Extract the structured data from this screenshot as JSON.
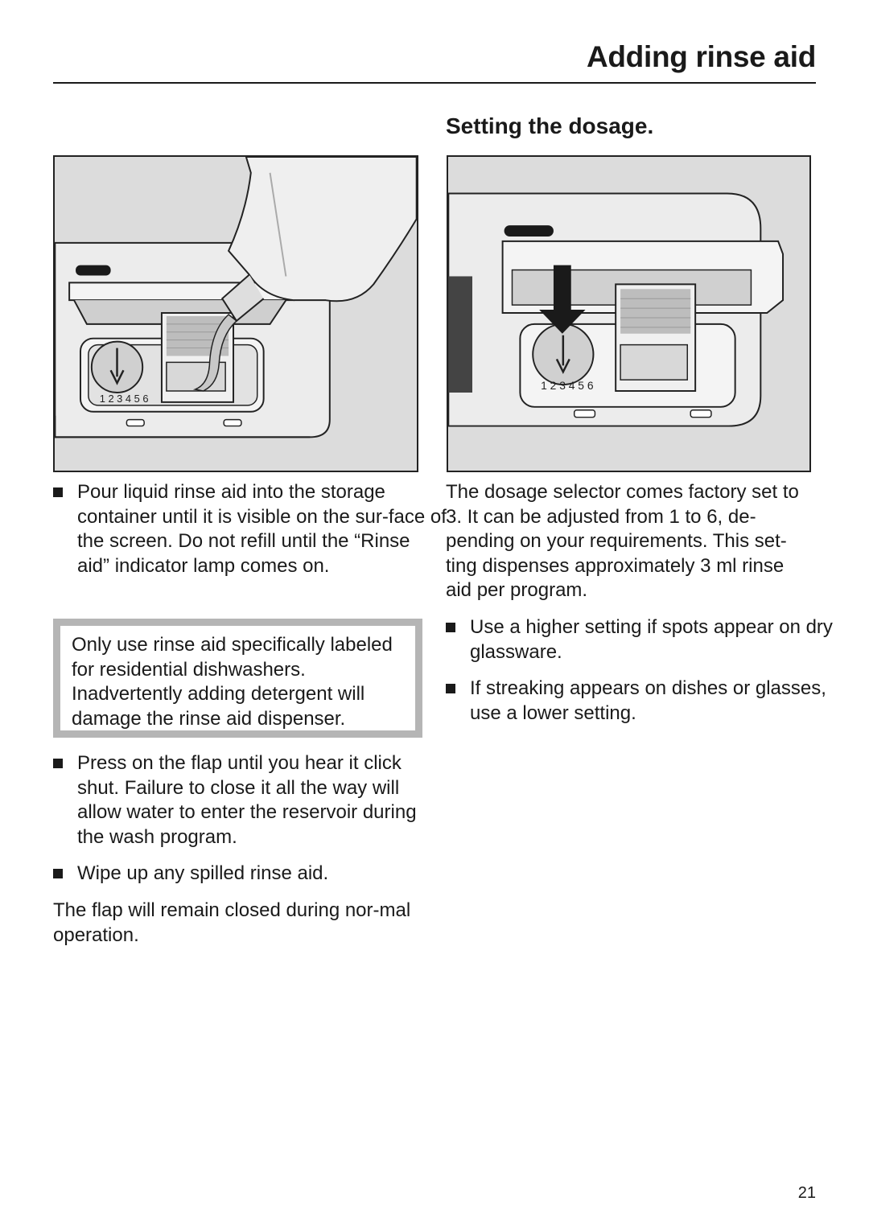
{
  "header": {
    "title": "Adding rinse aid"
  },
  "section": {
    "heading": "Setting the dosage."
  },
  "figures": {
    "left": {
      "dial_numbers": "1 2 3 4 5 6"
    },
    "right": {
      "dial_numbers": "1 2 3 4 5 6"
    }
  },
  "left_column": {
    "bullet_1": "Pour liquid rinse aid into the storage container until it is visible on the sur-face of the screen. Do not refill until the “Rinse aid” indicator lamp comes on.",
    "note": "Only use rinse aid specifically labeled for residential dishwashers. Inadvertently adding detergent will damage the rinse aid dispenser.",
    "bullet_2": "Press on the flap until you hear it click shut. Failure to close it all the way will allow water to enter the reservoir during the wash program.",
    "bullet_3": "Wipe up any spilled rinse aid.",
    "paragraph": "The flap will remain closed during nor-mal operation."
  },
  "right_column": {
    "paragraph": "The dosage selector comes factory set to 3. It can be adjusted from 1 to 6, de-pending on your requirements. This set-ting dispenses approximately 3 ml rinse aid per program.",
    "bullet_1": "Use a higher setting if spots appear on dry glassware.",
    "bullet_2": "If streaking appears on dishes or glasses, use a lower setting."
  },
  "footer": {
    "page_number": "21"
  }
}
